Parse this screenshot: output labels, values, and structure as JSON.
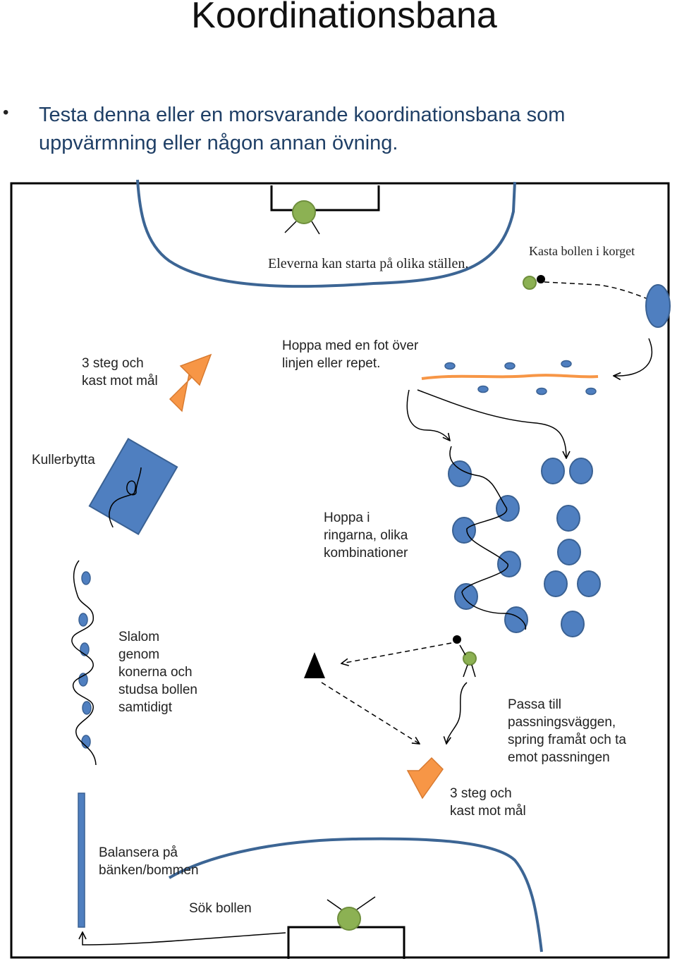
{
  "title": "Koordinationsbana",
  "intro": {
    "bullet": "•",
    "text": "Testa denna eller en morsvarande koordinationsbana som uppvärmning eller någon annan övning."
  },
  "labels": {
    "start": "Eleverna kan starta på olika ställen.",
    "throw_basket": "Kasta bollen i korget",
    "three_steps_top": [
      "3 steg och",
      "kast mot mål"
    ],
    "hop_line": [
      "Hoppa med en fot över",
      "linjen eller repet."
    ],
    "roll": "Kullerbytta",
    "hop_rings": [
      "Hoppa i",
      "ringarna, olika",
      "kombinationer"
    ],
    "slalom": [
      "Slalom",
      "genom",
      "konerna och",
      "studsa bollen",
      "samtidigt"
    ],
    "pass_wall": [
      "Passa till",
      "passningsväggen,",
      "spring framåt och ta",
      "emot passningen"
    ],
    "three_steps_bottom": [
      "3 steg och",
      "kast mot mål"
    ],
    "balance": [
      "Balansera på",
      "bänken/bommen"
    ],
    "find_ball": "Sök bollen"
  },
  "colors": {
    "field_line": "#000000",
    "goal_area": "#3c6594",
    "ring_fill": "#4f7fc0",
    "ring_stroke": "#3a6193",
    "ball_green": "#8cb153",
    "arrow_orange": "#f79646",
    "rope_orange": "#f79646"
  }
}
